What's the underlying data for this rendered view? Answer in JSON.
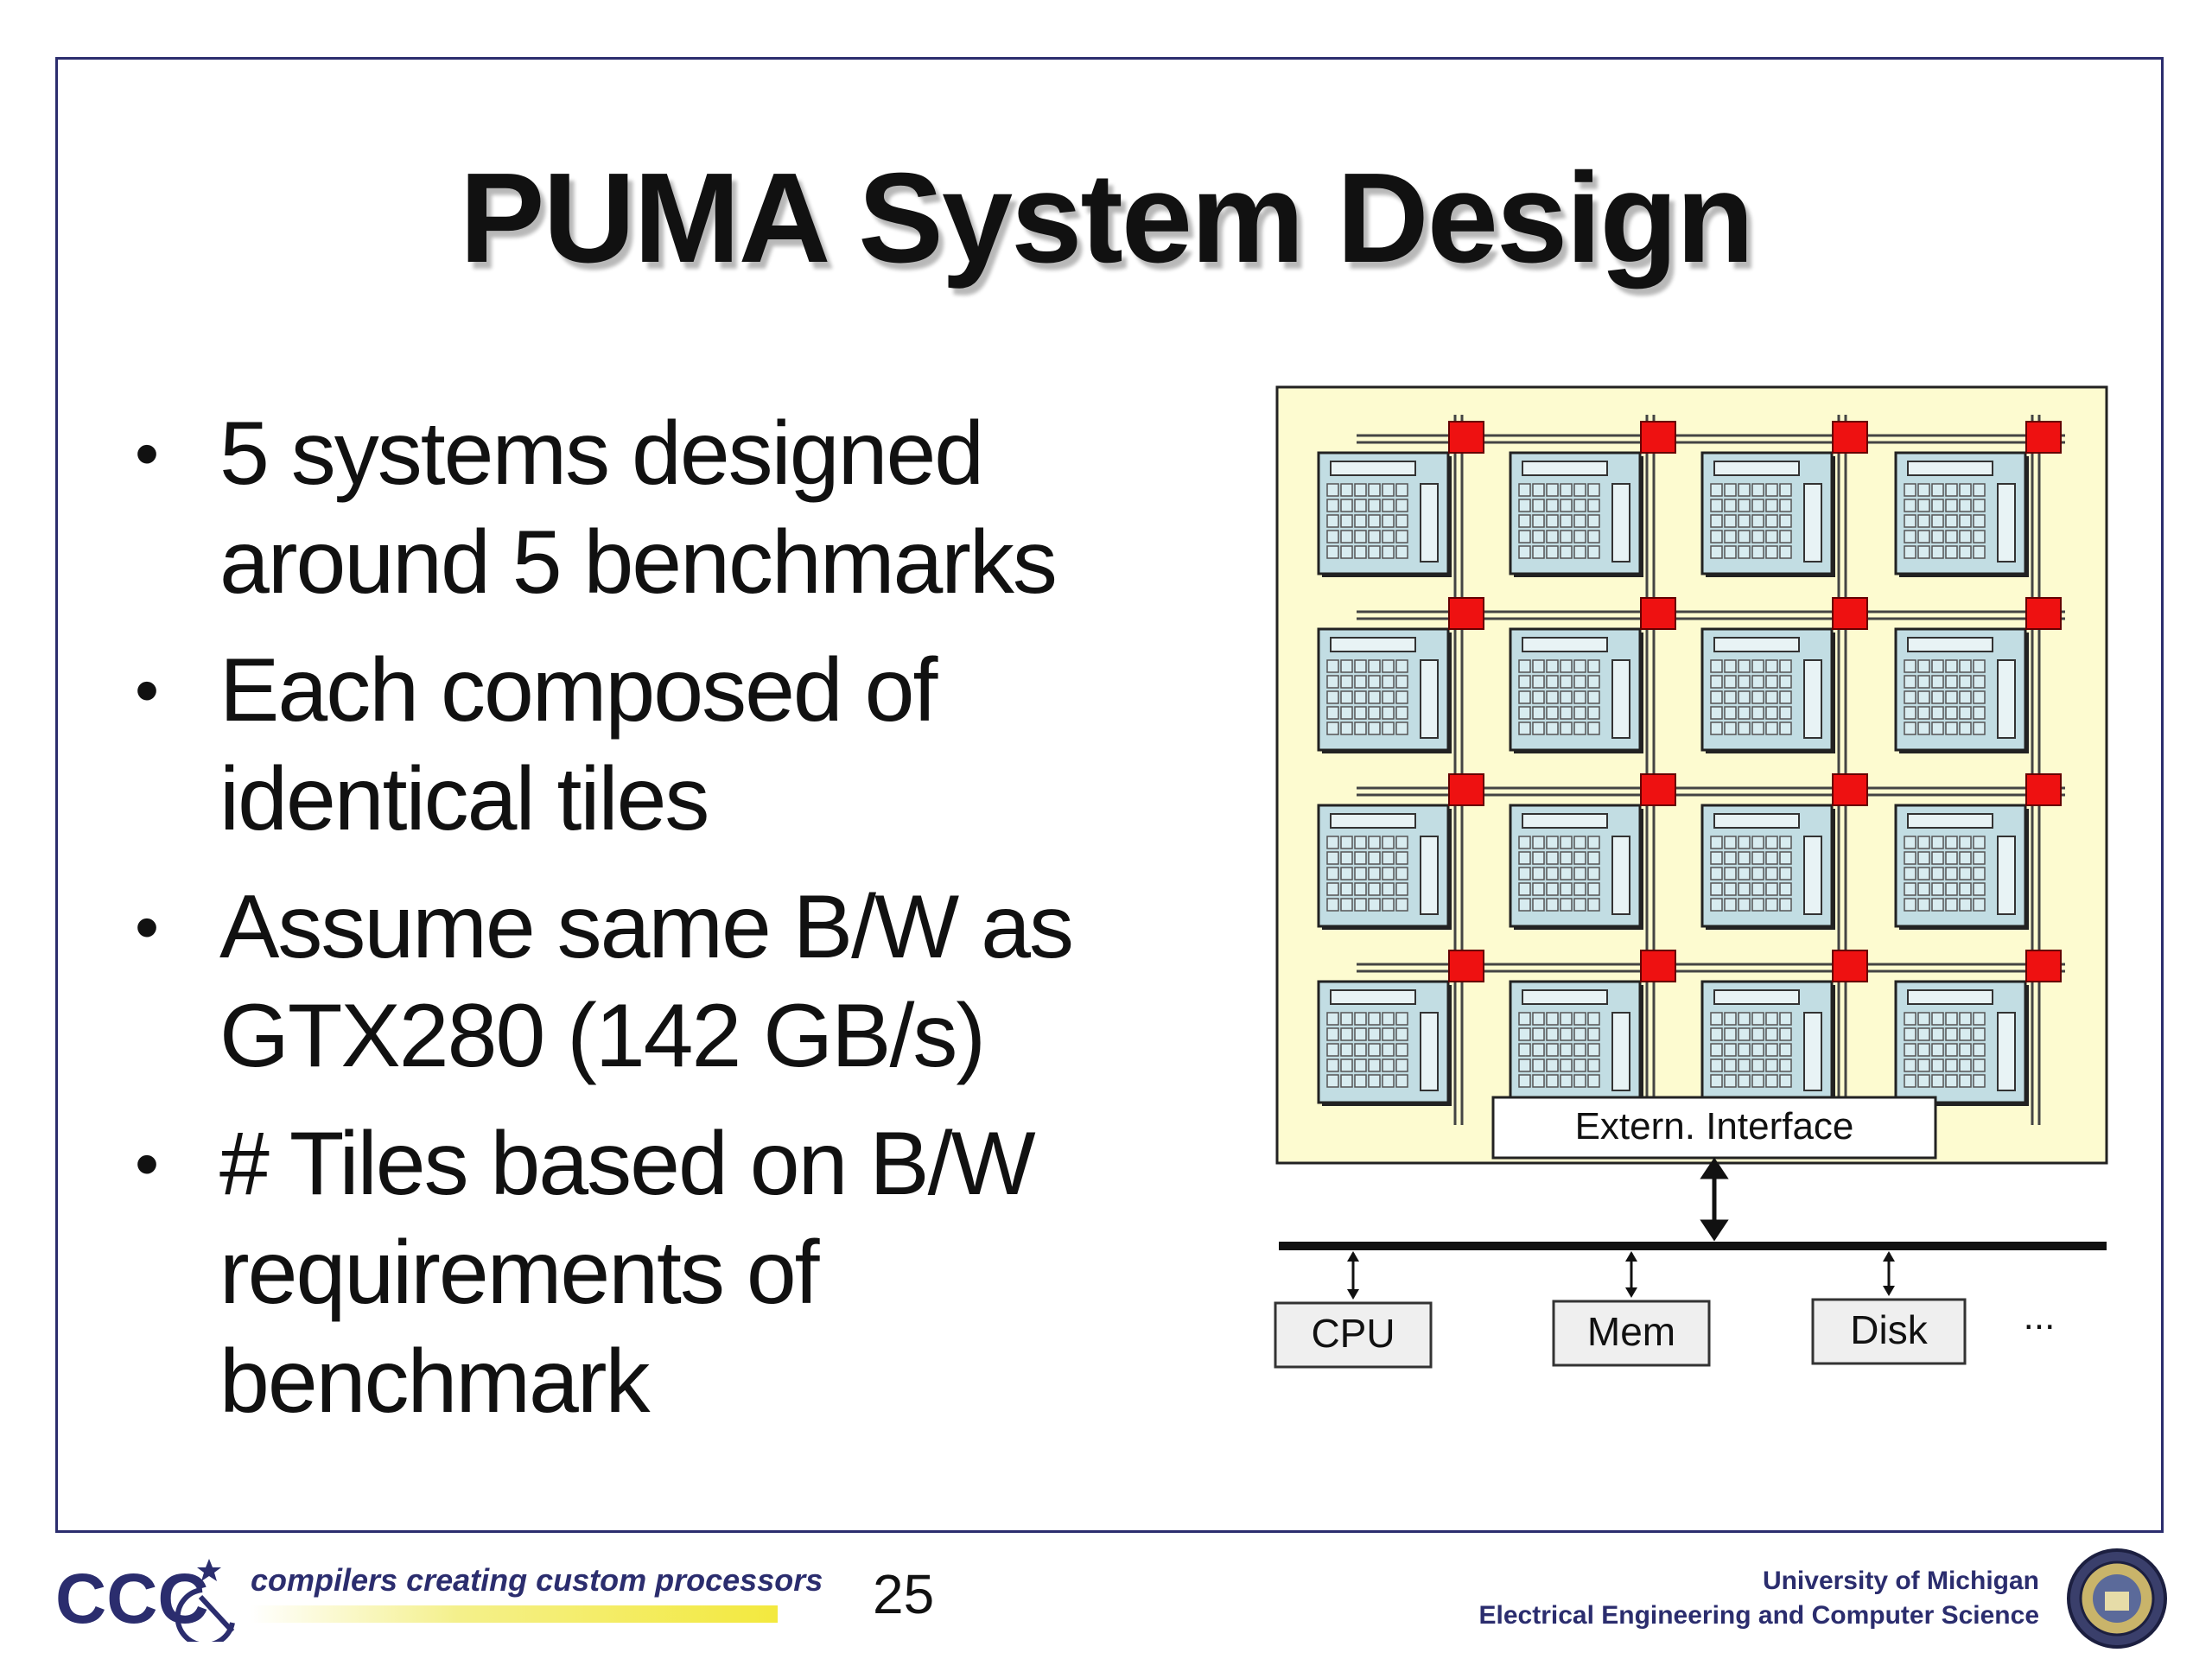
{
  "slide": {
    "title": "PUMA System Design",
    "bullets": [
      {
        "line1": "5 systems designed",
        "line2": "around 5 benchmarks",
        "line3": ""
      },
      {
        "line1": "Each composed of",
        "line2": "identical tiles",
        "line3": ""
      },
      {
        "line1": "Assume same B/W as",
        "line2": "GTX280 (142 GB/s)",
        "line3": ""
      },
      {
        "line1": "# Tiles based on B/W",
        "line2": "requirements of",
        "line3": "benchmark"
      }
    ]
  },
  "diagram": {
    "interface_label": "Extern. Interface",
    "devices": [
      "CPU",
      "Mem",
      "Disk"
    ],
    "ellipsis": "...",
    "colors": {
      "chip_bg": "#fdfbd0",
      "tile_fill": "#c2dde3",
      "router": "#ee1111",
      "device_fill": "#efefef"
    }
  },
  "footer": {
    "logo_text": "CCC",
    "tagline": "compilers creating custom processors",
    "page_number": "25",
    "university": "University of Michigan",
    "department": "Electrical Engineering and Computer Science"
  }
}
